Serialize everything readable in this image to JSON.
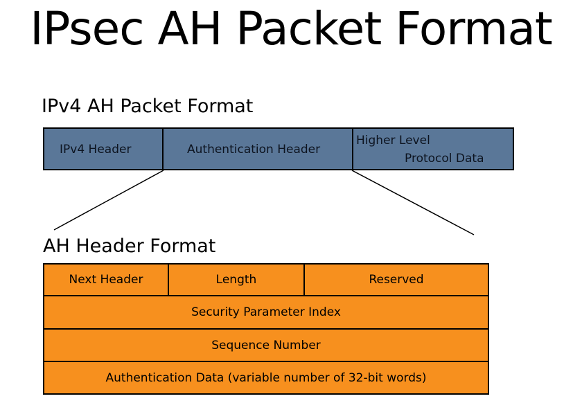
{
  "title": "IPsec AH Packet Format",
  "ipv4_section": {
    "label": "IPv4 AH Packet Format",
    "cells": [
      "IPv4 Header",
      "Authentication Header"
    ],
    "higher_level": [
      "Higher Level",
      "Protocol Data"
    ]
  },
  "ah_section": {
    "label": "AH Header Format",
    "row1": [
      "Next Header",
      "Length",
      "Reserved"
    ],
    "rows": [
      "Security Parameter Index",
      "Sequence Number",
      "Authentication Data (variable number of 32-bit words)"
    ]
  },
  "colors": {
    "ipv4_fill": "#5a7798",
    "ah_fill": "#f7901e"
  }
}
